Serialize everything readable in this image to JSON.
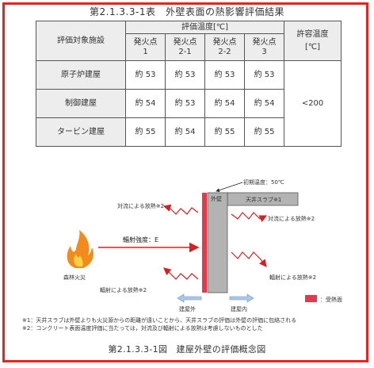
{
  "table_title": "第2.1.3.3-1表　外壁表面の熱影響評価結果",
  "table": {
    "header_target": "評価対象施設",
    "header_temp_group": "評価温度[℃]",
    "header_allow": "許容温度",
    "header_allow_unit": "[℃]",
    "points": [
      {
        "line1": "発火点",
        "line2": "1"
      },
      {
        "line1": "発火点",
        "line2": "2-1"
      },
      {
        "line1": "発火点",
        "line2": "2-2"
      },
      {
        "line1": "発火点",
        "line2": "3"
      }
    ],
    "rows": [
      {
        "name": "原子炉建屋",
        "values": [
          "約 53",
          "約 53",
          "約 53",
          "約 53"
        ]
      },
      {
        "name": "制御建屋",
        "values": [
          "約 54",
          "約 53",
          "約 54",
          "約 54"
        ]
      },
      {
        "name": "タービン建屋",
        "values": [
          "約 55",
          "約 54",
          "約 55",
          "約 55"
        ]
      }
    ],
    "allow_value": "<200"
  },
  "diagram": {
    "initial_temp": "初期温度：50℃",
    "wall_label": "外壁",
    "slab_label": "天井スラブ※1",
    "conv_left": "対流による放熱※2",
    "rad_left": "輻射による放熱※2",
    "conv_right": "対流による放熱※2",
    "rad_right": "輻射による放熱※2",
    "radiation": "輻射強度：E",
    "fire": "森林火災",
    "outside": "建屋外",
    "inside": "建屋内",
    "legend": "：受熱面",
    "colors": {
      "receiving": "#e23a4a",
      "wall": "#b3b3b3",
      "arrow": "#d42020",
      "frame": "#e8231e"
    }
  },
  "notes": [
    "※1：天井スラブは外壁よりも火災源からの距離が遠いことから、天井スラブの評価は外壁の評価に包絡される",
    "※2：コンクリート表面温度評価に当たっては，対流及び輻射による放熱は考慮しないものとした"
  ],
  "figure_title": "第2.1.3.3-1図　建屋外壁の評価概念図"
}
